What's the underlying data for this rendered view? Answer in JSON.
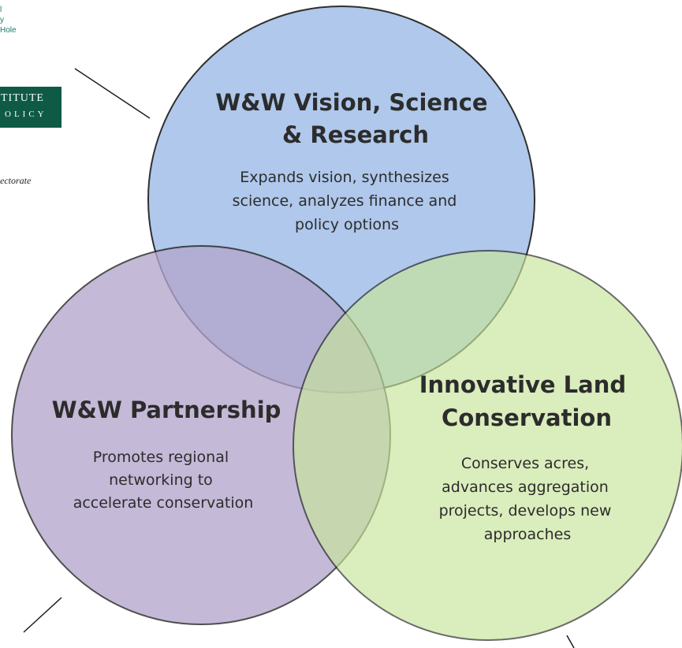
{
  "cutoff_text": {
    "top_lines": [
      "l",
      "y",
      "Hole"
    ],
    "logo_line1": "TITUTE",
    "logo_line2": "OLICY",
    "directorate": "ectorate"
  },
  "colors": {
    "blue_circle": "#a9c4ea",
    "purple_circle": "#b4a6cc",
    "green_circle": "#c8e59a",
    "outline": "#1e1e1e",
    "logo_bg": "#0f5a45"
  },
  "circles": {
    "vision": {
      "title_lines": [
        "W&W Vision, Science",
        "& Research"
      ],
      "desc_lines": [
        "Expands vision, synthesizes",
        "science, analyzes finance and",
        "policy options"
      ]
    },
    "partnership": {
      "title_lines": [
        "W&W Partnership"
      ],
      "desc_lines": [
        "Promotes regional",
        "networking to",
        "accelerate conservation"
      ]
    },
    "conservation": {
      "title_lines": [
        "Innovative Land",
        "Conservation"
      ],
      "desc_lines": [
        "Conserves acres,",
        "advances aggregation",
        "projects, develops new",
        "approaches"
      ]
    }
  }
}
